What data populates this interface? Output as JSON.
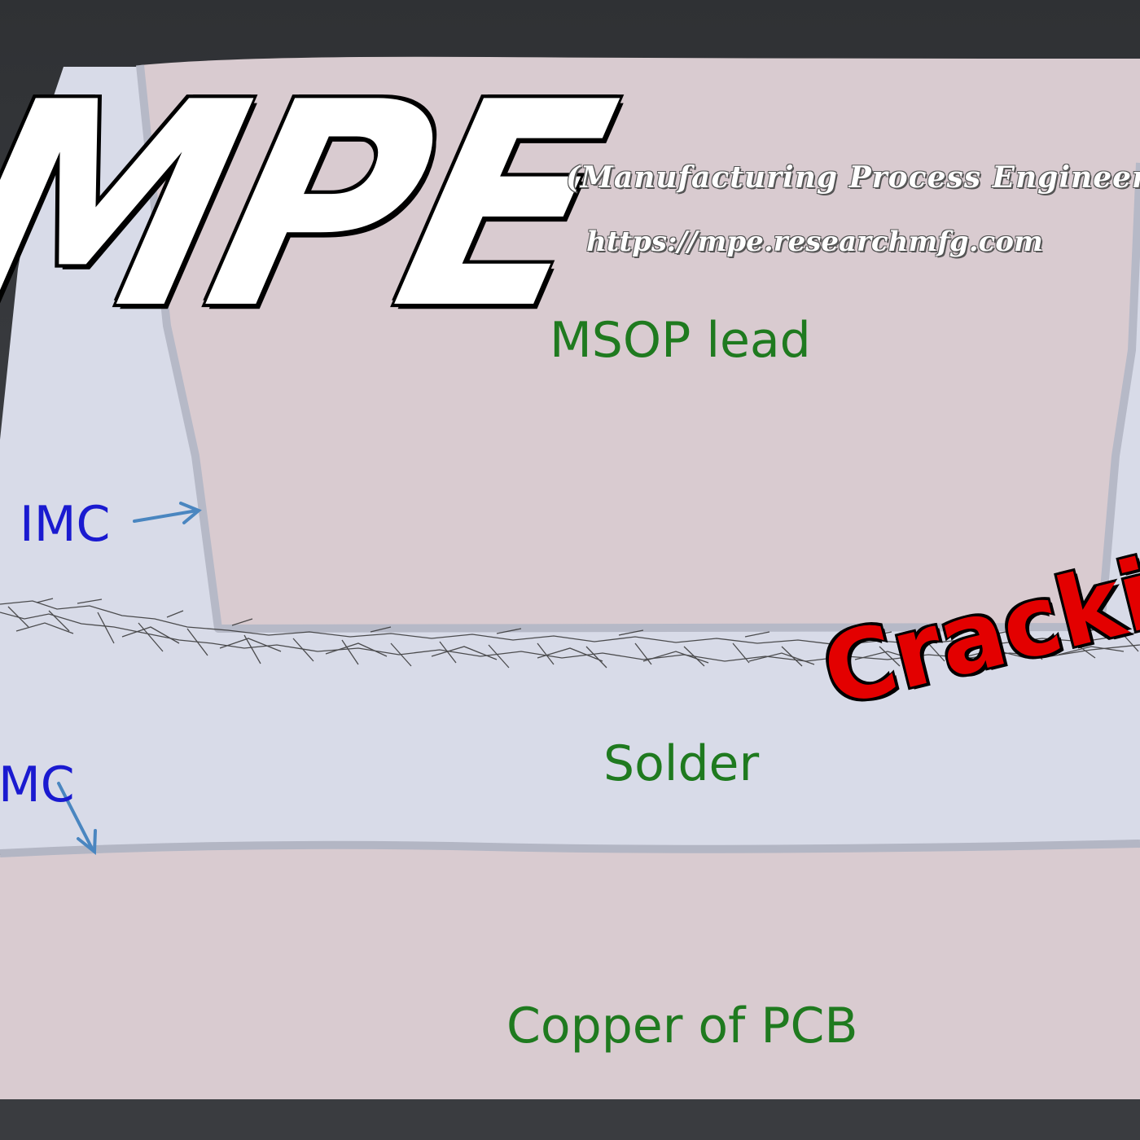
{
  "logo": {
    "title": "MPE",
    "subtitle": "(Manufacturing Process Engineer)",
    "url": "https://mpe.researchmfg.com"
  },
  "labels": {
    "lead": "MSOP lead",
    "imc_upper": "IMC",
    "imc_lower": "MC",
    "solder": "Solder",
    "copper": "Copper of PCB",
    "cracking": "Cracking"
  },
  "colors": {
    "background": "#3a3c40",
    "solder": "#d8dbe8",
    "copper": "#d9cbd0",
    "lead": "#d9cbd0",
    "imc_line": "#b6b9c7",
    "label_green": "#1f7a1f",
    "label_blue": "#1a1ad0",
    "arrow": "#4a86c0",
    "crack_text": "#e30000"
  }
}
